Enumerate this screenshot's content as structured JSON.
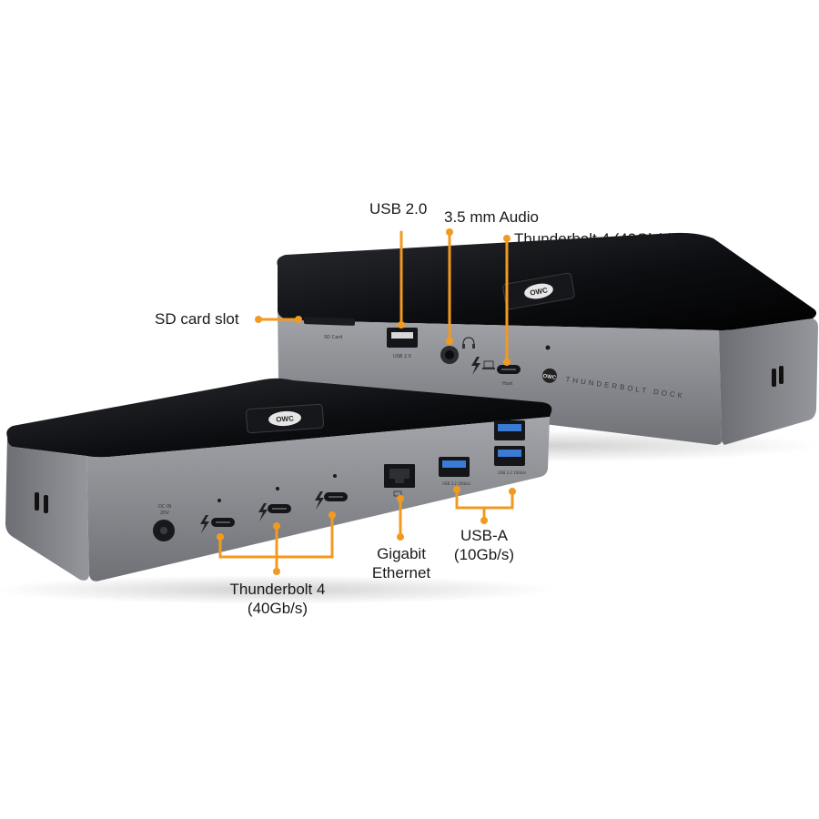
{
  "callouts": {
    "usb2": "USB 2.0",
    "audio": "3.5 mm Audio",
    "tb4_rear": "Thunderbolt 4 (40Gb/s)",
    "sd": "SD card slot",
    "ethernet": "Gigabit\nEthernet",
    "usba": "USB-A\n(10Gb/s)",
    "tb4_front": "Thunderbolt 4\n(40Gb/s)"
  },
  "device_print": {
    "sd_label": "SD Card",
    "usb2_label": "USB 2.0",
    "tb_port_label": "Host",
    "brand_line": "THUNDERBOLT DOCK",
    "logo_text": "OWC",
    "dc_in": "DC IN",
    "dc_volt": "20V",
    "usb_a_label_1": "USB 3.2 10Gb/s",
    "usb_a_label_2": "USB 3.2 10Gb/s"
  },
  "colors": {
    "callout_accent": "#f29a1f",
    "dock_top": "#0f1013",
    "dock_body": "#8c8e93",
    "background": "#ffffff"
  },
  "icons": [
    "thunderbolt-icon",
    "laptop-icon",
    "headphone-icon",
    "ethernet-icon"
  ]
}
